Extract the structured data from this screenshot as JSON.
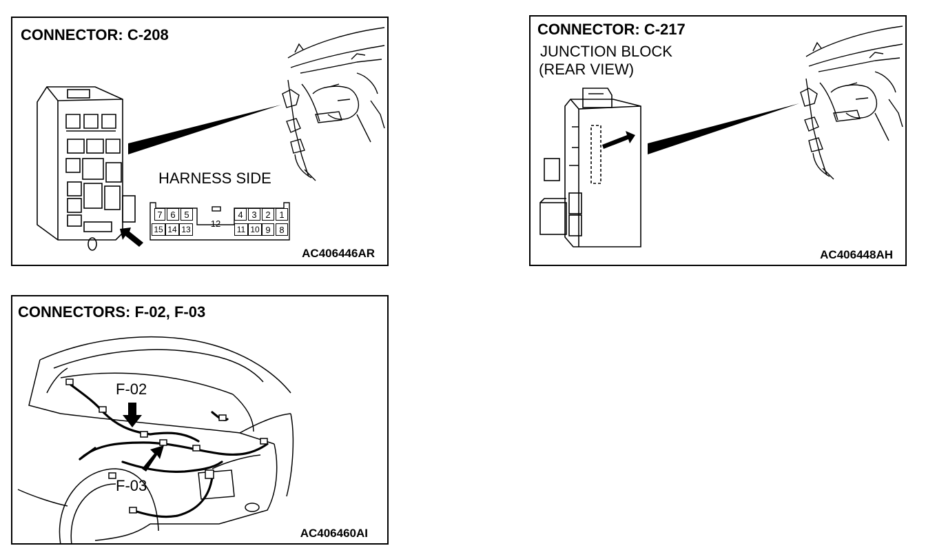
{
  "panels": [
    {
      "title": "CONNECTOR: C-208",
      "harness_label": "HARNESS SIDE",
      "code": "AC406446AR",
      "pins_top": [
        "7",
        "6",
        "5",
        "4",
        "3",
        "2",
        "1"
      ],
      "pins_center": "12",
      "pins_bottom": [
        "15",
        "14",
        "13",
        "11",
        "10",
        "9",
        "8"
      ]
    },
    {
      "title": "CONNECTOR: C-217",
      "subtitle_line1": "JUNCTION BLOCK",
      "subtitle_line2": "(REAR VIEW)",
      "code": "AC406448AH"
    },
    {
      "title": "CONNECTORS: F-02, F-03",
      "callout_f02": "F-02",
      "callout_f03": "F-03",
      "code": "AC406460AI"
    }
  ]
}
